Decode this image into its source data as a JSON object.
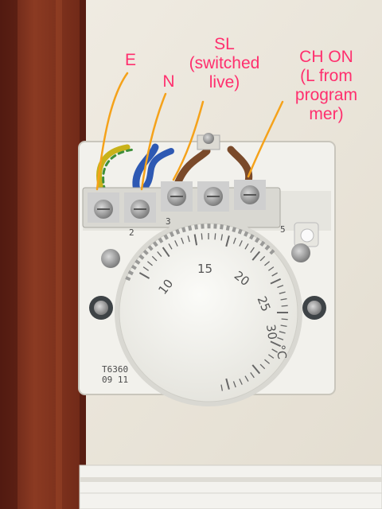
{
  "annotations": [
    {
      "id": "E",
      "text": "E"
    },
    {
      "id": "N",
      "text": "N"
    },
    {
      "id": "SL",
      "text": "SL\n(switched\nlive)"
    },
    {
      "id": "CH",
      "text": "CH ON\n(L from\nprogram\nmer)"
    }
  ],
  "thermostat": {
    "model_line1": "T6360",
    "model_line2": "09 11",
    "dial_numbers": [
      "10",
      "15",
      "20",
      "25",
      "30",
      "°C"
    ],
    "terminal_numbers": [
      "2",
      "3",
      "5"
    ]
  },
  "colors": {
    "annotation": "#ff2f6e",
    "arrow": "#f5a21a",
    "wood": "#7a2f1c",
    "wall": "#ece6da",
    "plastic": "#f1f0ea"
  }
}
